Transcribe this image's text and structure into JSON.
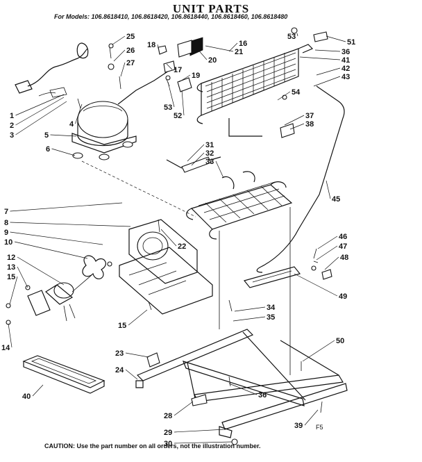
{
  "title": "UNIT PARTS",
  "models_line": "For Models: 106.8618410, 106.8618420, 106.8618440, 106.8618460, 106.8618480",
  "caution": "CAUTION: Use the part number on all orders, not the illustration number.",
  "figure_code": "F5",
  "callouts": [
    "1",
    "2",
    "3",
    "4",
    "5",
    "6",
    "7",
    "8",
    "9",
    "10",
    "12",
    "13",
    "15",
    "14",
    "15",
    "17",
    "18",
    "19",
    "16",
    "20",
    "21",
    "22",
    "23",
    "24",
    "25",
    "26",
    "27",
    "28",
    "29",
    "30",
    "31",
    "32",
    "33",
    "34",
    "35",
    "36",
    "36",
    "37",
    "38",
    "39",
    "40",
    "41",
    "42",
    "43",
    "45",
    "46",
    "47",
    "48",
    "49",
    "50",
    "51",
    "52",
    "53",
    "53",
    "54"
  ]
}
